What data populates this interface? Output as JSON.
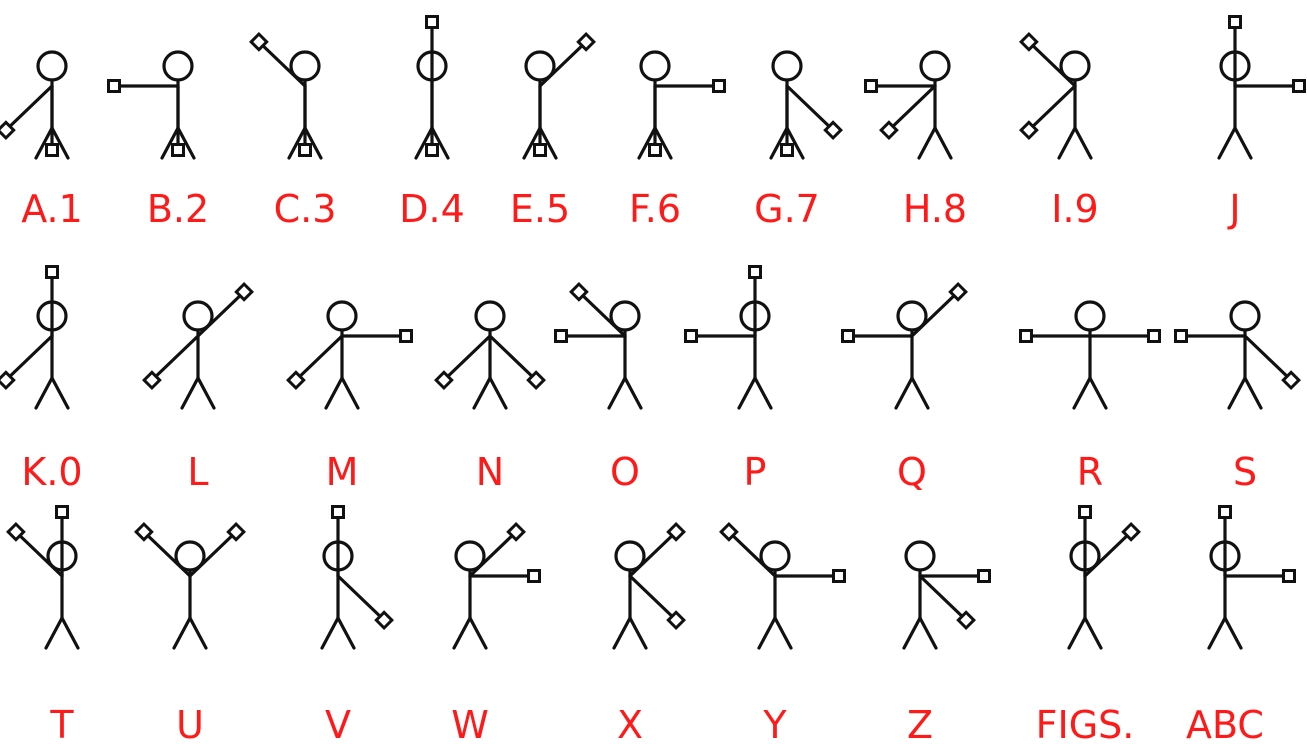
{
  "figures": [
    {
      "label": "A.1",
      "left_arm": "down-left",
      "right_arm": "down"
    },
    {
      "label": "B.2",
      "left_arm": "left",
      "right_arm": "down"
    },
    {
      "label": "C.3",
      "left_arm": "up-left",
      "right_arm": "down"
    },
    {
      "label": "D.4",
      "left_arm": "up",
      "right_arm": "down"
    },
    {
      "label": "E.5",
      "left_arm": "down",
      "right_arm": "up-right"
    },
    {
      "label": "F.6",
      "left_arm": "down",
      "right_arm": "right"
    },
    {
      "label": "G.7",
      "left_arm": "down",
      "right_arm": "down-right"
    },
    {
      "label": "H.8",
      "left_arm": "left",
      "right_arm": "down-left"
    },
    {
      "label": "I.9",
      "left_arm": "up-left",
      "right_arm": "down-left"
    },
    {
      "label": "J",
      "left_arm": "up",
      "right_arm": "right"
    },
    {
      "label": "K.0",
      "left_arm": "up",
      "right_arm": "down-left"
    },
    {
      "label": "L",
      "left_arm": "down-left",
      "right_arm": "up-right"
    },
    {
      "label": "M",
      "left_arm": "down-left",
      "right_arm": "right"
    },
    {
      "label": "N",
      "left_arm": "down-left",
      "right_arm": "down-right"
    },
    {
      "label": "O",
      "left_arm": "up-left",
      "right_arm": "left"
    },
    {
      "label": "P",
      "left_arm": "up",
      "right_arm": "left"
    },
    {
      "label": "Q",
      "left_arm": "left",
      "right_arm": "up-right"
    },
    {
      "label": "R",
      "left_arm": "left",
      "right_arm": "right"
    },
    {
      "label": "S",
      "left_arm": "left",
      "right_arm": "down-right"
    },
    {
      "label": "T",
      "left_arm": "up",
      "right_arm": "up-left"
    },
    {
      "label": "U",
      "left_arm": "up-left",
      "right_arm": "up-right"
    },
    {
      "label": "V",
      "left_arm": "up",
      "right_arm": "down-right"
    },
    {
      "label": "W",
      "left_arm": "up-right",
      "right_arm": "right"
    },
    {
      "label": "X",
      "left_arm": "up-right",
      "right_arm": "down-right"
    },
    {
      "label": "Y",
      "left_arm": "up-left",
      "right_arm": "right"
    },
    {
      "label": "Z",
      "left_arm": "right",
      "right_arm": "down-right"
    },
    {
      "label": "FIGS.",
      "left_arm": "up",
      "right_arm": "up-right"
    },
    {
      "label": "ABC",
      "left_arm": "up",
      "right_arm": "right"
    }
  ],
  "colors": {
    "label": "#ff1a1a",
    "figure": "#111111",
    "background": "#ffffff"
  }
}
